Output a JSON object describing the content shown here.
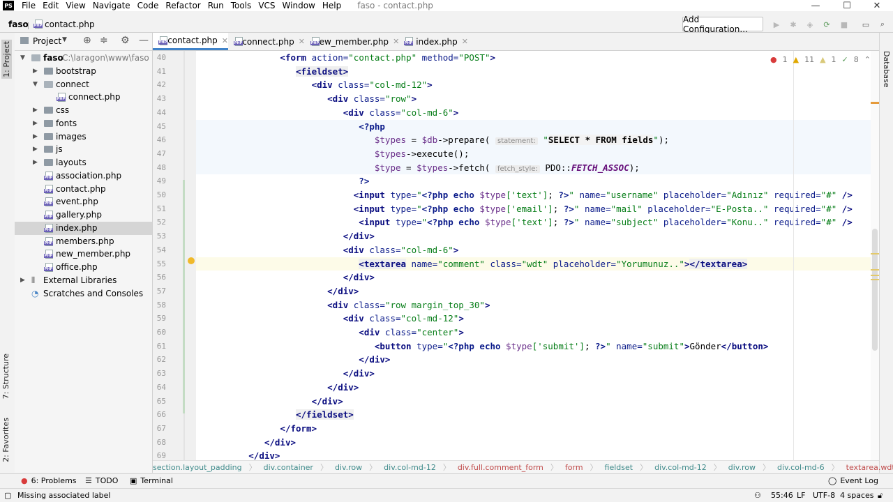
{
  "app": {
    "logo": "PS",
    "window_title": "faso - contact.php"
  },
  "menu": [
    "File",
    "Edit",
    "View",
    "Navigate",
    "Code",
    "Refactor",
    "Run",
    "Tools",
    "VCS",
    "Window",
    "Help"
  ],
  "window_controls": {
    "minimize": "—",
    "maximize": "☐",
    "close": "✕"
  },
  "navbar": {
    "project": "faso",
    "file": "contact.php",
    "add_config": "Add Configuration..."
  },
  "left_tabs": {
    "project": "1: Project",
    "structure": "7: Structure",
    "favorites": "2: Favorites"
  },
  "right_tabs": {
    "database": "Database"
  },
  "project_panel": {
    "title": "Project",
    "tree": [
      {
        "label": "faso",
        "path": "C:\\laragon\\www\\faso",
        "type": "folder-open",
        "level": 0
      },
      {
        "label": "bootstrap",
        "type": "folder",
        "level": 1
      },
      {
        "label": "connect",
        "type": "folder-open",
        "level": 1
      },
      {
        "label": "connect.php",
        "type": "php",
        "level": 2
      },
      {
        "label": "css",
        "type": "folder",
        "level": 1
      },
      {
        "label": "fonts",
        "type": "folder",
        "level": 1
      },
      {
        "label": "images",
        "type": "folder",
        "level": 1
      },
      {
        "label": "js",
        "type": "folder",
        "level": 1
      },
      {
        "label": "layouts",
        "type": "folder",
        "level": 1
      },
      {
        "label": "association.php",
        "type": "php",
        "level": 1
      },
      {
        "label": "contact.php",
        "type": "php",
        "level": 1
      },
      {
        "label": "event.php",
        "type": "php",
        "level": 1
      },
      {
        "label": "gallery.php",
        "type": "php",
        "level": 1
      },
      {
        "label": "index.php",
        "type": "php",
        "level": 1,
        "selected": true
      },
      {
        "label": "members.php",
        "type": "php",
        "level": 1
      },
      {
        "label": "new_member.php",
        "type": "php",
        "level": 1
      },
      {
        "label": "office.php",
        "type": "php",
        "level": 1
      },
      {
        "label": "External Libraries",
        "type": "lib",
        "level": 0
      },
      {
        "label": "Scratches and Consoles",
        "type": "scratch",
        "level": 0
      }
    ]
  },
  "tabs": [
    {
      "label": "contact.php",
      "active": true
    },
    {
      "label": "connect.php"
    },
    {
      "label": "new_member.php"
    },
    {
      "label": "index.php"
    }
  ],
  "inspections": {
    "errors": "1",
    "warnings": "11",
    "weak": "1",
    "ok": "8"
  },
  "line_numbers": [
    "40",
    "41",
    "42",
    "43",
    "44",
    "45",
    "46",
    "47",
    "48",
    "49",
    "50",
    "51",
    "52",
    "53",
    "54",
    "55",
    "56",
    "57",
    "58",
    "59",
    "60",
    "61",
    "62",
    "63",
    "64",
    "65",
    "66",
    "67",
    "68",
    "69"
  ],
  "code": {
    "l40_tag": "<form",
    "l40_a1": " action=",
    "l40_v1": "\"contact.php\"",
    "l40_a2": " method=",
    "l40_v2": "\"POST\"",
    "l40_end": ">",
    "l41": "<fieldset>",
    "l42_tag": "<div",
    "l42_a": " class=",
    "l42_v": "\"col-md-12\"",
    "l42_end": ">",
    "l43_tag": "<div",
    "l43_a": " class=",
    "l43_v": "\"row\"",
    "l43_end": ">",
    "l44_tag": "<div",
    "l44_a": " class=",
    "l44_v": "\"col-md-6\"",
    "l44_end": ">",
    "l45": "<?php",
    "l46_var": "$types",
    "l46_op": " = ",
    "l46_var2": "$db",
    "l46_call": "->prepare(",
    "l46_hint": "statement:",
    "l46_q1": "\"",
    "l46_sql": "SELECT * FROM fields",
    "l46_q2": "\"",
    "l46_end": ");",
    "l47_var": "$types",
    "l47_call": "->execute();",
    "l48_var": "$type",
    "l48_op": " = ",
    "l48_var2": "$types",
    "l48_call": "->fetch(",
    "l48_hint": "fetch_style:",
    "l48_cls": "PDO::",
    "l48_const": "FETCH_ASSOC",
    "l48_end": ");",
    "l49": "?>",
    "l50_tag": "<input",
    "l50_a1": " type=",
    "l50_q": "\"",
    "l50_php": "<?php",
    "l50_echo": " echo ",
    "l50_var": "$type",
    "l50_idx": "['text']",
    "l50_semi": "; ",
    "l50_phpend": "?>",
    "l50_q2": "\"",
    "l50_a2": " name=",
    "l50_v2": "\"username\"",
    "l50_a3": " placeholder=",
    "l50_v3": "\"Adınız\"",
    "l50_a4": " required=",
    "l50_v4": "\"#\"",
    "l50_end": " />",
    "l51_tag": "<input",
    "l51_a1": " type=",
    "l51_q": "\"",
    "l51_php": "<?php",
    "l51_echo": " echo ",
    "l51_var": "$type",
    "l51_idx": "['email']",
    "l51_semi": "; ",
    "l51_phpend": "?>",
    "l51_q2": "\"",
    "l51_a2": " name=",
    "l51_v2": "\"mail\"",
    "l51_a3": " placeholder=",
    "l51_v3": "\"E-Posta..\"",
    "l51_a4": " required=",
    "l51_v4": "\"#\"",
    "l51_end": " />",
    "l52_tag": "<input",
    "l52_a1": " type=",
    "l52_q": "\"",
    "l52_php": "<?php",
    "l52_echo": " echo ",
    "l52_var": "$type",
    "l52_idx": "['text']",
    "l52_semi": "; ",
    "l52_phpend": "?>",
    "l52_q2": "\"",
    "l52_a2": " name=",
    "l52_v2": "\"subject\"",
    "l52_a3": " placeholder=",
    "l52_v3": "\"Konu..\"",
    "l52_a4": " required=",
    "l52_v4": "\"#\"",
    "l52_end": " />",
    "l53": "</div>",
    "l54_tag": "<div",
    "l54_a": " class=",
    "l54_v": "\"col-md-6\"",
    "l54_end": ">",
    "l55_tag": "<textarea",
    "l55_a1": " name=",
    "l55_v1": "\"comment\"",
    "l55_a2": " class=",
    "l55_v2": "\"wdt\"",
    "l55_a3": " placeholder=",
    "l55_v3": "\"Yorumunuz..\"",
    "l55_mid": ">",
    "l55_close": "</textarea>",
    "l56": "</div>",
    "l57": "</div>",
    "l58_tag": "<div",
    "l58_a": " class=",
    "l58_v": "\"row margin_top_30\"",
    "l58_end": ">",
    "l59_tag": "<div",
    "l59_a": " class=",
    "l59_v": "\"col-md-12\"",
    "l59_end": ">",
    "l60_tag": "<div",
    "l60_a": " class=",
    "l60_v": "\"center\"",
    "l60_end": ">",
    "l61_tag": "<button",
    "l61_a1": " type=",
    "l61_q": "\"",
    "l61_php": "<?php",
    "l61_echo": " echo ",
    "l61_var": "$type",
    "l61_idx": "['submit']",
    "l61_semi": "; ",
    "l61_phpend": "?>",
    "l61_q2": "\"",
    "l61_a2": " name=",
    "l61_v2": "\"submit\"",
    "l61_mid": ">",
    "l61_text": "Gönder",
    "l61_close": "</button>",
    "l62": "</div>",
    "l63": "</div>",
    "l64": "</div>",
    "l65": "</div>",
    "l66": "</fieldset>",
    "l67": "</form>",
    "l68": "</div>",
    "l69": "</div>"
  },
  "code_breadcrumbs": [
    "section.layout_padding",
    "div.container",
    "div.row",
    "div.col-md-12",
    "div.full.comment_form",
    "form",
    "fieldset",
    "div.col-md-12",
    "div.row",
    "div.col-md-6",
    "textarea.wdt"
  ],
  "bottom_tools": {
    "problems": "6: Problems",
    "todo": "TODO",
    "terminal": "Terminal",
    "event_log": "Event Log"
  },
  "status": {
    "message": "Missing associated label",
    "position": "55:46",
    "line_sep": "LF",
    "encoding": "UTF-8",
    "indent": "4 spaces"
  }
}
